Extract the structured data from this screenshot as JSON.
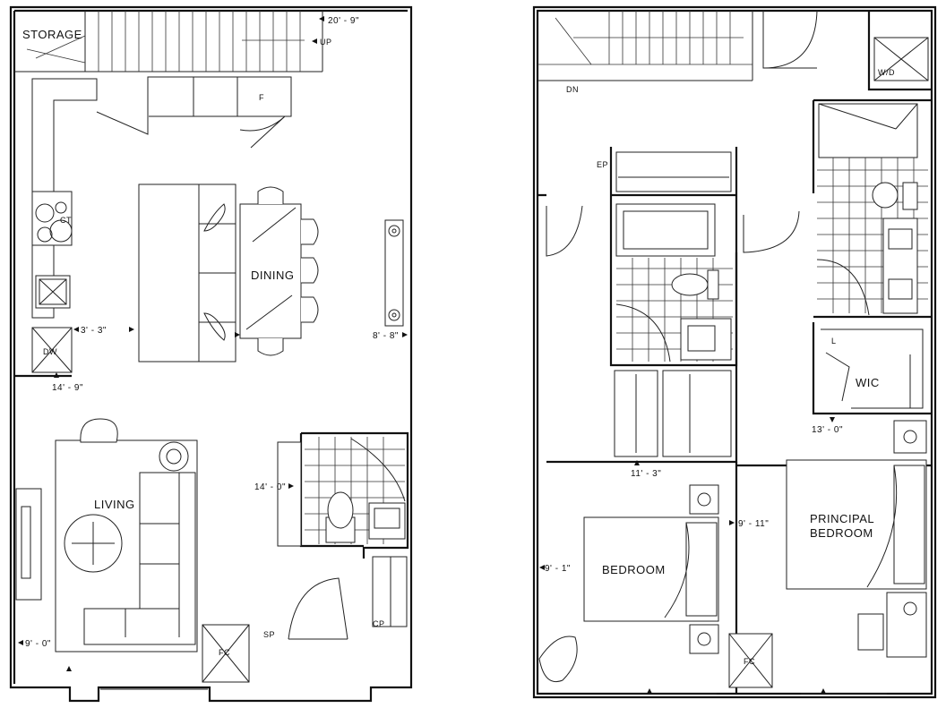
{
  "floors": {
    "lower": {
      "rooms": {
        "storage": "STORAGE",
        "dining": "DINING",
        "living": "LIVING"
      },
      "fixtures": {
        "up": "UP",
        "fridge": "F",
        "cooktop": "CT",
        "dishwasher": "DW",
        "furnace": "FC",
        "sp": "SP",
        "cp": "CP"
      },
      "dimensions": {
        "storage_width": "20' - 9\"",
        "kitchen_depth": "3' - 3\"",
        "kitchen_length": "14' - 9\"",
        "dining_width": "8' - 8\"",
        "bath_length": "14' - 0\"",
        "living_width": "9' - 0\""
      }
    },
    "upper": {
      "rooms": {
        "wic": "WIC",
        "bedroom": "BEDROOM",
        "principal_bedroom_line1": "PRINCIPAL",
        "principal_bedroom_line2": "BEDROOM"
      },
      "fixtures": {
        "down": "DN",
        "washer_dryer": "W/D",
        "ep": "EP",
        "linen": "L",
        "furnace": "FC"
      },
      "dimensions": {
        "wic_width": "13' - 0\"",
        "hall_width": "11' - 3\"",
        "bedroom_width": "9' - 11\"",
        "bedroom_depth": "9' - 1\""
      }
    }
  }
}
